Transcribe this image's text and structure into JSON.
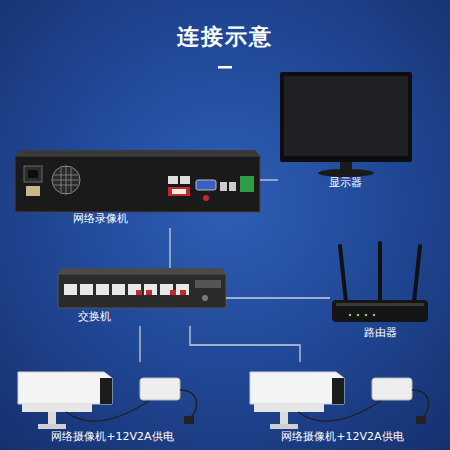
{
  "diagram": {
    "title": "连接示意",
    "nodes": [
      {
        "text": [
          "网络录像机"
        ]
      },
      {
        "text": [
          "显示器"
        ]
      },
      {
        "text": [
          "交换机"
        ]
      },
      {
        "text": [
          "路由器"
        ]
      },
      {
        "text": [
          "网络摄像机+12V2A供电"
        ]
      },
      {
        "text": [
          "网络摄像机+12V2A供电"
        ]
      }
    ],
    "edges": [
      {
        "from": 0,
        "to": 1,
        "arrow": "none"
      },
      {
        "from": 0,
        "to": 2,
        "arrow": "none"
      },
      {
        "from": 2,
        "to": 3,
        "arrow": "none"
      },
      {
        "from": 2,
        "to": 4,
        "arrow": "none"
      },
      {
        "from": 2,
        "to": 5,
        "arrow": "none"
      }
    ]
  }
}
